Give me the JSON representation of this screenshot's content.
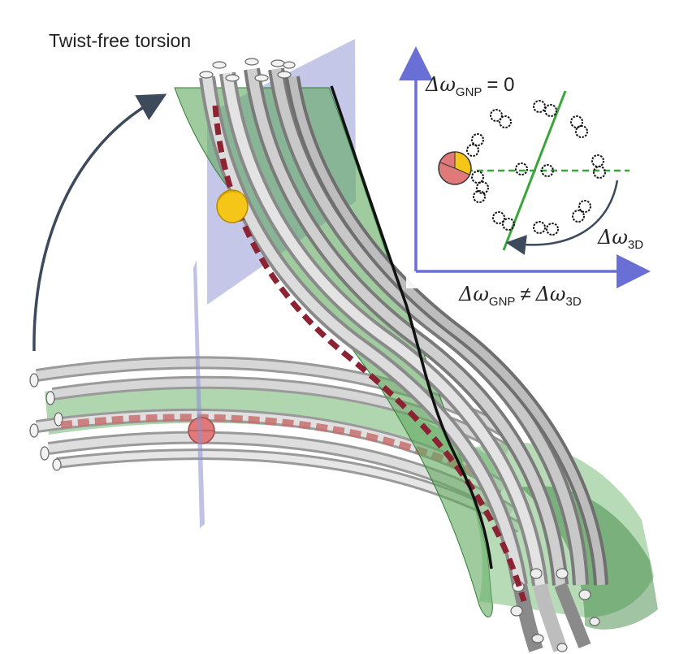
{
  "title": "Twist-free torsion",
  "inset": {
    "top_label": {
      "symbol": "Δω",
      "subscript": "GNP",
      "rest": "= 0"
    },
    "right_label": {
      "symbol": "Δω",
      "subscript": "3D"
    },
    "bottom_label": {
      "left_symbol": "Δω",
      "left_subscript": "GNP",
      "relation": "≠",
      "right_symbol": "Δω",
      "right_subscript": "3D"
    }
  },
  "colors": {
    "green_ribbon": "#6fb56f",
    "dark_green": "#2e7d32",
    "tube_gray": "#bdbdbd",
    "tube_dark": "#7a7a7a",
    "chain_red": "#8b2332",
    "sphere_yellow": "#f5c518",
    "sphere_pink": "#e07a7a",
    "plane_lavender": "#8a8fd0",
    "axis_blue": "#6a6fd6",
    "arrow_navy": "#3d4a5c",
    "line_green": "#3aa53a"
  },
  "icons": [
    "curved-arrow-icon",
    "gold-nanoparticle-icon",
    "molecule-ring-icon"
  ]
}
